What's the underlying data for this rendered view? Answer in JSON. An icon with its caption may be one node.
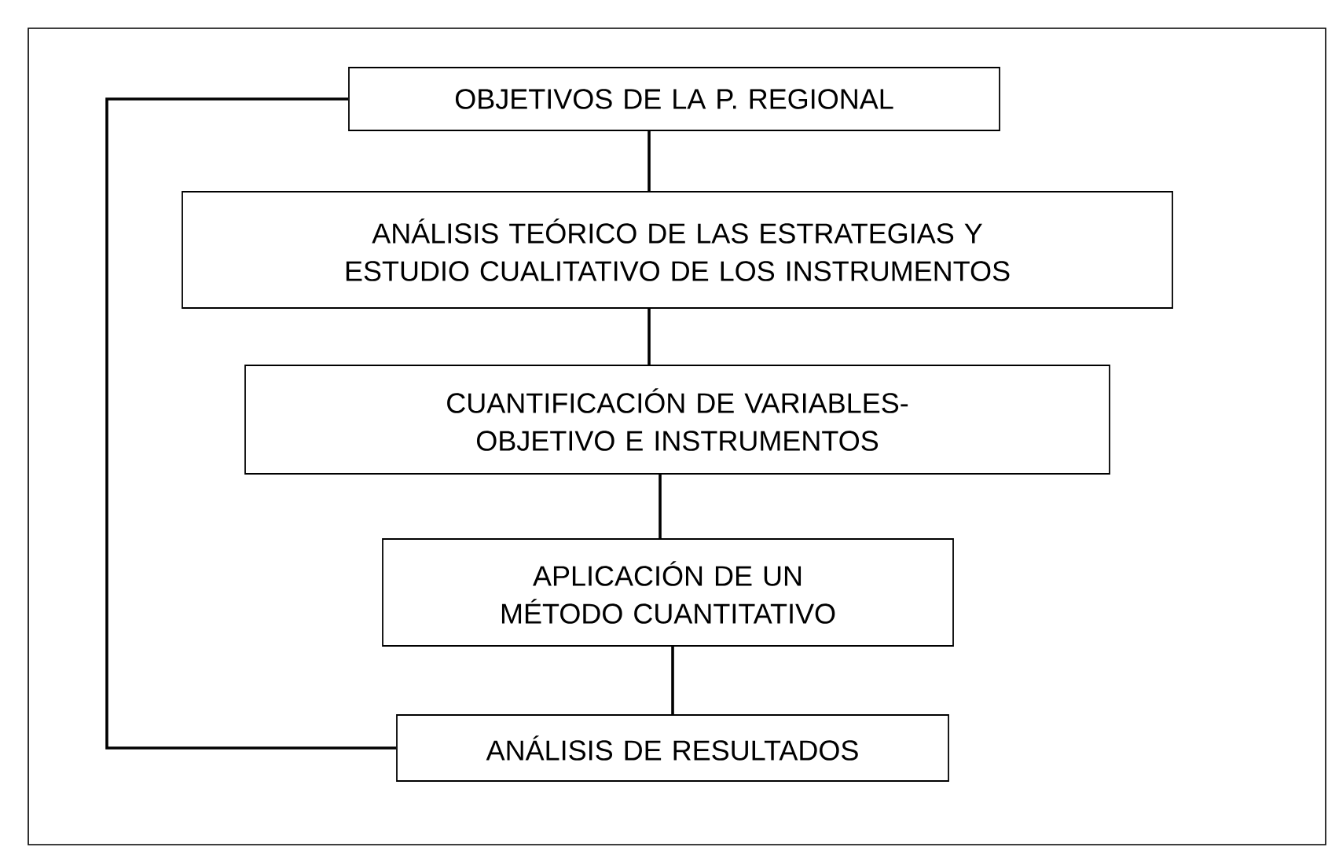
{
  "diagram": {
    "nodes": [
      {
        "text": [
          "OBJETIVOS DE LA P. REGIONAL"
        ]
      },
      {
        "text": [
          "ANÁLISIS TEÓRICO DE LAS ESTRATEGIAS Y ESTUDIO CUALITATIVO DE LOS INSTRUMENTOS"
        ]
      },
      {
        "text": [
          "CUANTIFICACIÓN DE VARIABLES-OBJETIVO E INSTRUMENTOS"
        ]
      },
      {
        "text": [
          "APLICACIÓN DE UN MÉTODO CUANTITATIVO"
        ]
      },
      {
        "text": [
          "ANÁLISIS DE RESULTADOS"
        ]
      }
    ],
    "edges": [
      {
        "from": 0,
        "to": 1,
        "arrow": "none"
      },
      {
        "from": 1,
        "to": 2,
        "arrow": "none"
      },
      {
        "from": 2,
        "to": 3,
        "arrow": "none"
      },
      {
        "from": 3,
        "to": 4,
        "arrow": "none"
      },
      {
        "from": 4,
        "to": 0,
        "arrow": "none"
      }
    ]
  }
}
